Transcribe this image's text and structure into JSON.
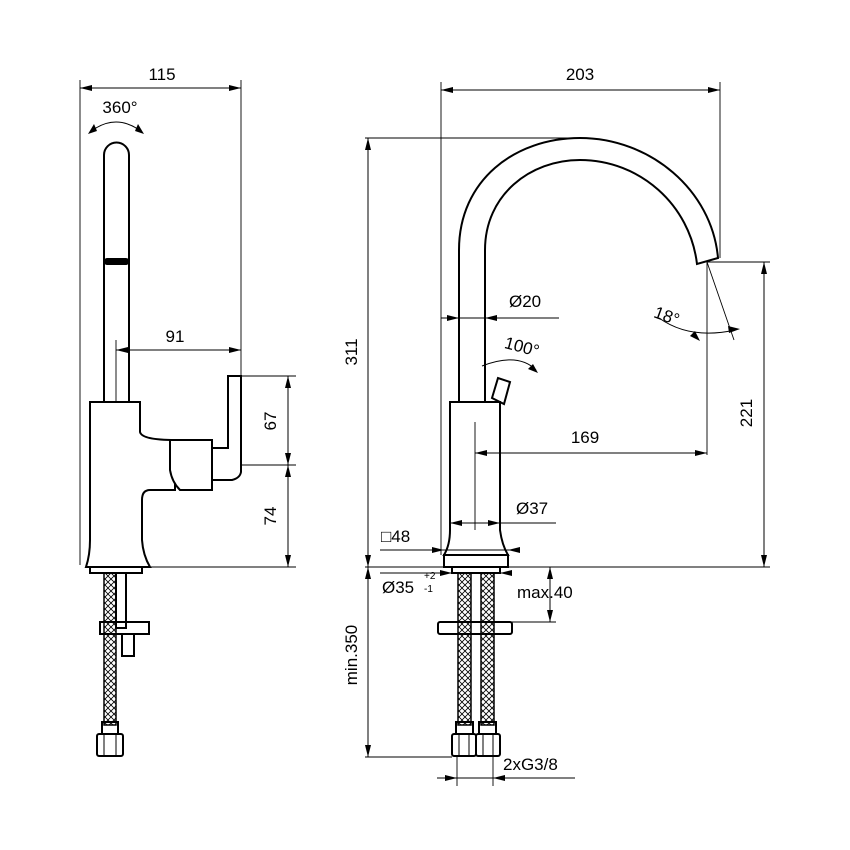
{
  "side_view": {
    "width_total": "115",
    "rotation": "360°",
    "spout_reach": "91",
    "lever_height": "67",
    "body_height": "74"
  },
  "front_view": {
    "width_total": "203",
    "total_height": "311",
    "spout_diameter": "Ø20",
    "spout_angle": "18°",
    "lever_angle": "100°",
    "spout_projection": "169",
    "outlet_height": "221",
    "body_diameter": "Ø37",
    "base_square": "□48",
    "hole_diameter": "Ø35",
    "hole_tol_upper": "+2",
    "hole_tol_lower": "-1",
    "max_deck_thickness": "max.40",
    "min_hose_length": "min.350",
    "connection": "2xG3/8"
  }
}
